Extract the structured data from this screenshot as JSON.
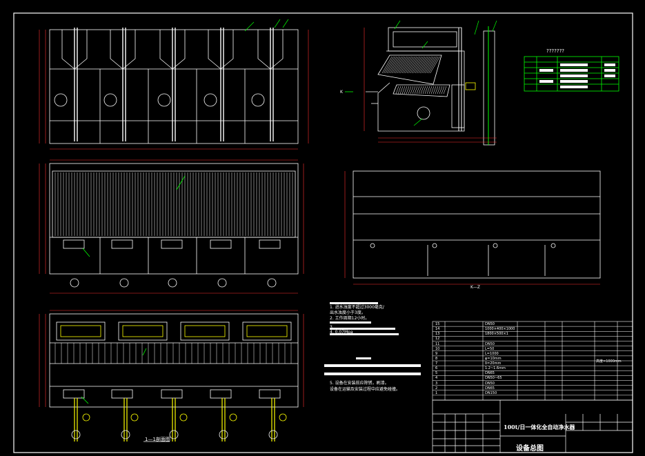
{
  "colors": {
    "background": "#000000",
    "frame": "#ffffff",
    "line": "#ffffff",
    "accent_yellow": "#ffff00",
    "accent_green": "#00ff00",
    "accent_red": "#ff3030"
  },
  "labels": {
    "section_k_left": "K",
    "section_k_bottom": "K—Z",
    "section_caption": "1—1剖面图",
    "legend_title": "???????"
  },
  "notes": {
    "line1": "1. 进水浊度不超过3000毫克/",
    "line2": "   出水浊度小于3度。",
    "line3": "2. 工作周期12小时。",
    "line4": "3.",
    "line5": "4.              0.07Mpa",
    "line6": "5. 设备在安装前应除锈，刷漆。",
    "line7": "   设备在运输及安装过程中应避免碰撞。"
  },
  "title_block": {
    "project": "100t/日一体化全自动净水器",
    "drawing": "设备总图"
  },
  "parts_table": {
    "rows": [
      {
        "no": "15",
        "spec": "DN50"
      },
      {
        "no": "14",
        "spec": "1000×400×1000"
      },
      {
        "no": "13",
        "spec": "1800×500×1"
      },
      {
        "no": "12",
        "spec": ""
      },
      {
        "no": "11",
        "spec": "DN50"
      },
      {
        "no": "10",
        "spec": "L=50"
      },
      {
        "no": "9",
        "spec": "L=1000"
      },
      {
        "no": "8",
        "spec": "φ=10mm"
      },
      {
        "no": "7",
        "spec": "δ=20mm"
      },
      {
        "no": "6",
        "spec": "1.2~1.6mm"
      },
      {
        "no": "5",
        "spec": "DN65"
      },
      {
        "no": "4",
        "spec": "DN50~65"
      },
      {
        "no": "3",
        "spec": "DN50"
      },
      {
        "no": "2",
        "spec": "DN65"
      },
      {
        "no": "1",
        "spec": "DN150"
      }
    ],
    "note_right": "高度=1000mm"
  }
}
